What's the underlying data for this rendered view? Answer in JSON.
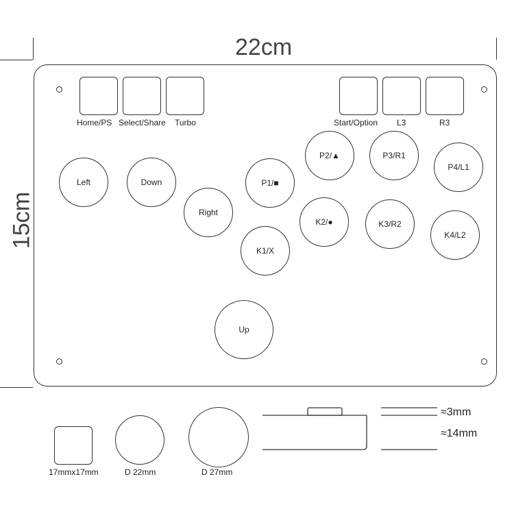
{
  "dimensions": {
    "width_label": "22cm",
    "height_label": "15cm"
  },
  "top_left_buttons": [
    {
      "id": "home",
      "label": "Home/PS"
    },
    {
      "id": "select",
      "label": "Select/Share"
    },
    {
      "id": "turbo",
      "label": "Turbo"
    }
  ],
  "top_right_buttons": [
    {
      "id": "start",
      "label": "Start/Option"
    },
    {
      "id": "l3",
      "label": "L3"
    },
    {
      "id": "r3",
      "label": "R3"
    }
  ],
  "round_buttons": {
    "left": "Left",
    "down": "Down",
    "right": "Right",
    "up": "Up",
    "p1": "P1/■",
    "p2": "P2/▲",
    "p3": "P3/R1",
    "p4": "P4/L1",
    "k1": "K1/X",
    "k2": "K2/●",
    "k3": "K3/R2",
    "k4": "K4/L2"
  },
  "legend": {
    "square_label": "17mmx17mm",
    "small_circle_label": "D 22mm",
    "large_circle_label": "D 27mm",
    "thickness_top": "≈3mm",
    "thickness_body": "≈14mm"
  }
}
